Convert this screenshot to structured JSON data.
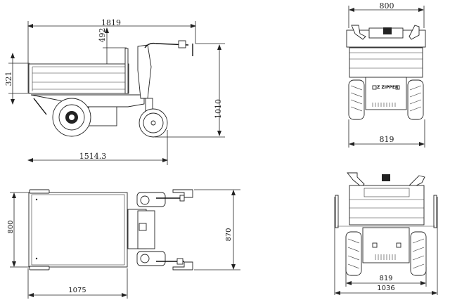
{
  "drawing": {
    "subject": "Electric wheelbarrow / mini dumper",
    "brand_mark": "Z ZIPPER",
    "views": [
      {
        "name": "side-view",
        "dimensions": {
          "overall_length": "1819",
          "wheelbase_to_front": "1514.3",
          "handle_height": "1010",
          "bed_height": "321",
          "rear_to_handle_rise": "492"
        }
      },
      {
        "name": "front-view",
        "dimensions": {
          "bed_width": "800",
          "track_width": "819"
        }
      },
      {
        "name": "top-view",
        "dimensions": {
          "bed_width": "800",
          "bed_length": "1075",
          "handle_width": "870"
        }
      },
      {
        "name": "rear-view",
        "dimensions": {
          "track_width": "819",
          "overall_width": "1036"
        }
      }
    ]
  }
}
